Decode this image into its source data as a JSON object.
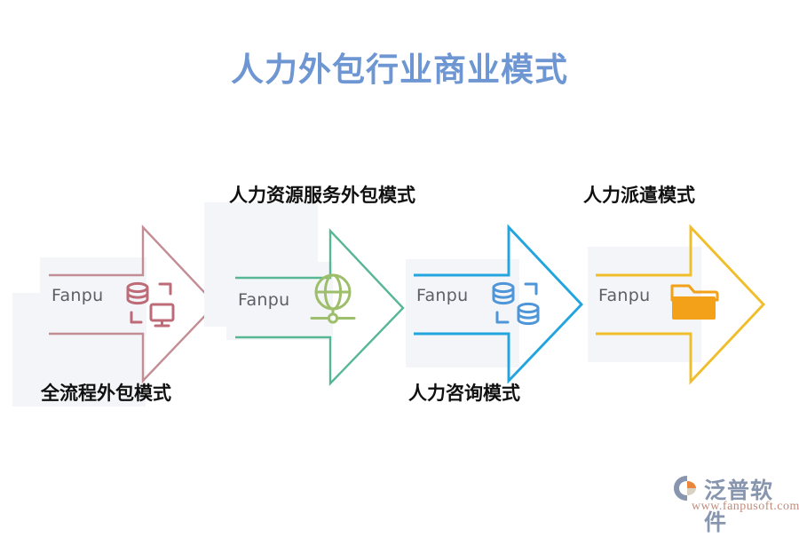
{
  "page": {
    "title": "人力外包行业商业模式",
    "title_color": "#6E96D2",
    "background": "#ffffff"
  },
  "steps": [
    {
      "id": "full-process-outsourcing",
      "caption": "全流程外包模式",
      "caption_position": "below",
      "brand_label": "Fanpu",
      "color": "#C38D96",
      "icon": "database-monitor-icon",
      "icon_color": "#BE6B78",
      "plate_color": "#F4F5F8"
    },
    {
      "id": "hr-service-outsourcing",
      "caption": "人力资源服务外包模式",
      "caption_position": "above",
      "brand_label": "Fanpu",
      "color": "#57B795",
      "icon": "globe-network-icon",
      "icon_color": "#9DBE6A",
      "plate_color": "#F4F5F8"
    },
    {
      "id": "hr-consulting",
      "caption": "人力咨询模式",
      "caption_position": "below",
      "brand_label": "Fanpu",
      "color": "#22A5DE",
      "icon": "double-database-icon",
      "icon_color": "#4E96D8",
      "plate_color": "#F4F5F8"
    },
    {
      "id": "hr-dispatch",
      "caption": "人力派遣模式",
      "caption_position": "above",
      "brand_label": "Fanpu",
      "color": "#EFBE2A",
      "icon": "open-folder-icon",
      "icon_color": "#F2A119",
      "plate_color": "#F4F5F8"
    }
  ],
  "watermark": {
    "company": "泛普软件",
    "url": "www.fanpusoft.com",
    "mark_name": "fanpu-logo-mark",
    "company_color": "#8795AF",
    "url_color": "#C08B7A"
  }
}
